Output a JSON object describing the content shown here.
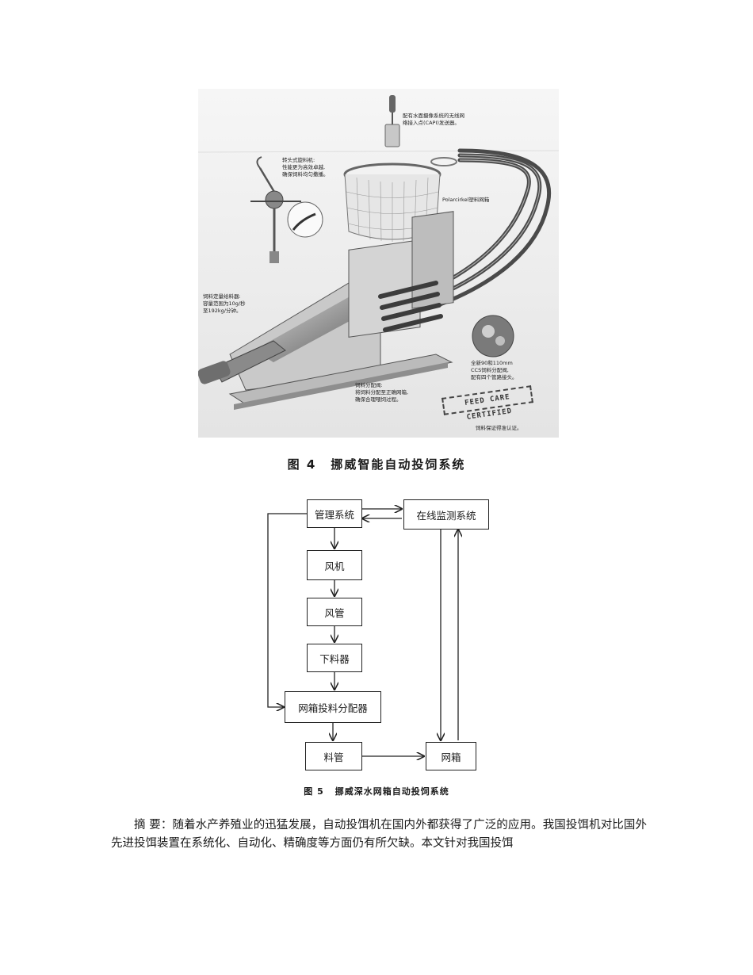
{
  "figure4": {
    "callouts": {
      "capi": "配有水面摄像系统的无线网\n络接入点(CAPI)发送器。",
      "rotor": "转头式旋料机:\n性能更为高效卓越,\n确保饲料均匀撒播。",
      "polarcirkel": "Polarcirkel塑料网箱",
      "dosing": "饲料定量给料器:\n容量范围为10g/秒\n至192kg/分钟。",
      "ccs": "全新90和110mm\nCCS饲料分配阀,\n配有四个管路接头。",
      "distributor": "饲料分配阀:\n将饲料分配至正确网箱,\n确保合理喂饲过程。",
      "stamp": "FEED CARE CERTIFIED",
      "stamp_note": "饲料保证得准认证。"
    },
    "caption_number": "图 4",
    "caption_title": "挪威智能自动投饲系统"
  },
  "figure5": {
    "nodes": {
      "management": "管理系统",
      "monitoring": "在线监测系统",
      "blower": "风机",
      "air_pipe": "风管",
      "hopper": "下料器",
      "distributor": "网箱投料分配器",
      "feed_pipe": "料管",
      "net_cage": "网箱"
    },
    "caption_number": "图 5",
    "caption_title": "挪威深水网箱自动投饲系统"
  },
  "abstract": {
    "text": "摘 要：随着水产养殖业的迅猛发展，自动投饵机在国内外都获得了广泛的应用。我国投饵机对比国外先进投饵装置在系统化、自动化、精确度等方面仍有所欠缺。本文针对我国投饵"
  }
}
